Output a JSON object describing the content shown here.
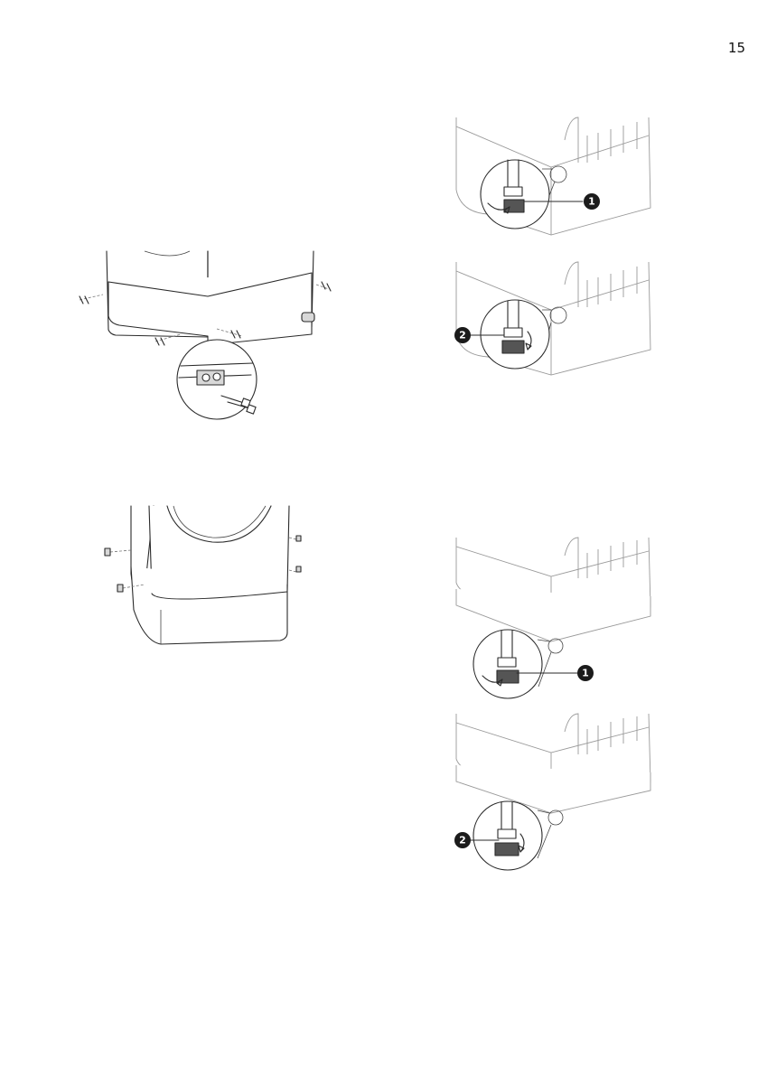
{
  "page": {
    "number": "15"
  },
  "figures": {
    "adjust_top": {
      "callout": "1"
    },
    "adjust_bottom": {
      "callout": "2"
    },
    "lower_top": {
      "callout": "1"
    },
    "lower_bottom": {
      "callout": "2"
    }
  }
}
